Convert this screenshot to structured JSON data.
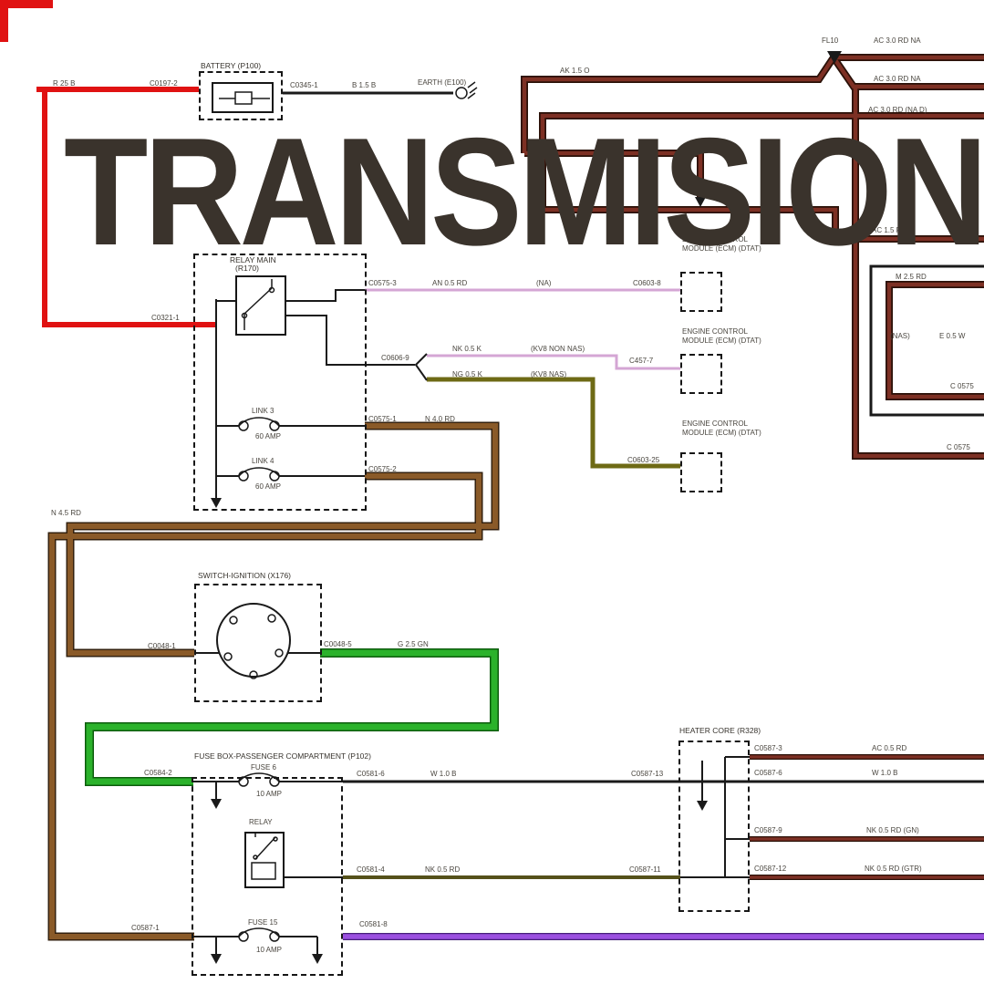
{
  "overlay": {
    "title": "TRANSMISION"
  },
  "colors": {
    "red": "#e01212",
    "maroon": "#7d3024",
    "brown": "#8a5a28",
    "green": "#2bb22b",
    "purple": "#9b50e0",
    "olive": "#6e6a15",
    "olive_dark": "#55511a",
    "pink": "#d4a6d4",
    "black": "#1a1a1a",
    "title": "#3a332c"
  },
  "battery": {
    "name": "BATTERY (P100)",
    "wire_in": "R 25 B",
    "conn_in": "C0197-2",
    "conn_out": "C0345-1",
    "wire_out": "B 1.5 B",
    "earth": "EARTH (E100)"
  },
  "junction": {
    "name": "FL10",
    "wire_top": "AC 3.0 RD NA",
    "wire_mid": "AC 3.0 RD NA",
    "wire_lower": "AC 3.0 RD (NA D)",
    "wire_left": "AK 1.5 O",
    "wire_branch": "AC 1.5 RD"
  },
  "right_block": {
    "wire_m": "M 2.5 RD",
    "tag_nas": "(NAS)",
    "wire_e": "E 0.5 W",
    "conn_a": "C 0575",
    "conn_b": "C 0575"
  },
  "relay_main": {
    "name": "RELAY MAIN",
    "name2": "(R170)",
    "conn_in": "C0321-1",
    "out1": {
      "conn": "C0575-3",
      "wire": "AN 0.5 RD",
      "tag": "(NA)",
      "dest": "C0603-8"
    },
    "out2": {
      "conn": "C0606-9",
      "a_wire": "NK 0.5 K",
      "a_tag": "(KV8 NON NAS)",
      "a_dest": "C457-7",
      "b_wire": "NG 0.5 K",
      "b_tag": "(KV8 NAS)",
      "b_dest": "C0603-25"
    },
    "link3": {
      "name": "LINK 3",
      "amp": "60 AMP",
      "conn": "C0575-1",
      "wire": "N 4.0 RD"
    },
    "link4": {
      "name": "LINK 4",
      "amp": "60 AMP",
      "conn": "C0575-2"
    }
  },
  "ecm": {
    "line1": "ENGINE CONTROL",
    "line2": "MODULE (ECM) (DTAT)"
  },
  "left_run": {
    "wire": "N 4.5 RD"
  },
  "ignition": {
    "name": "SWITCH-IGNITION (X176)",
    "conn_in": "C0048-1",
    "conn_out": "C0048-5",
    "wire_out": "G 2.5 GN"
  },
  "fusebox": {
    "name": "FUSE BOX-PASSENGER COMPARTMENT (P102)",
    "conn_in_top": "C0584-2",
    "fuse6": {
      "name": "FUSE 6",
      "amp": "10 AMP"
    },
    "out_top": {
      "conn": "C0581-6",
      "wire": "W 1.0 B",
      "dest": "C0587-13"
    },
    "relay_label": "RELAY",
    "out_mid": {
      "conn": "C0581-4",
      "wire": "NK 0.5 RD",
      "dest": "C0587-11"
    },
    "conn_in_bottom": "C0587-1",
    "fuse15": {
      "name": "FUSE 15",
      "amp": "10 AMP"
    },
    "out_bottom": {
      "conn": "C0581-8"
    }
  },
  "heater": {
    "name": "HEATER CORE (R328)",
    "out1": {
      "conn": "C0587-3",
      "wire": "AC 0.5 RD"
    },
    "out2": {
      "conn": "C0587-6",
      "wire": "W 1.0 B"
    },
    "out3": {
      "conn": "C0587-9",
      "wire": "NK 0.5 RD (GN)"
    },
    "out4": {
      "conn": "C0587-12",
      "wire": "NK 0.5 RD (GTR)"
    }
  }
}
